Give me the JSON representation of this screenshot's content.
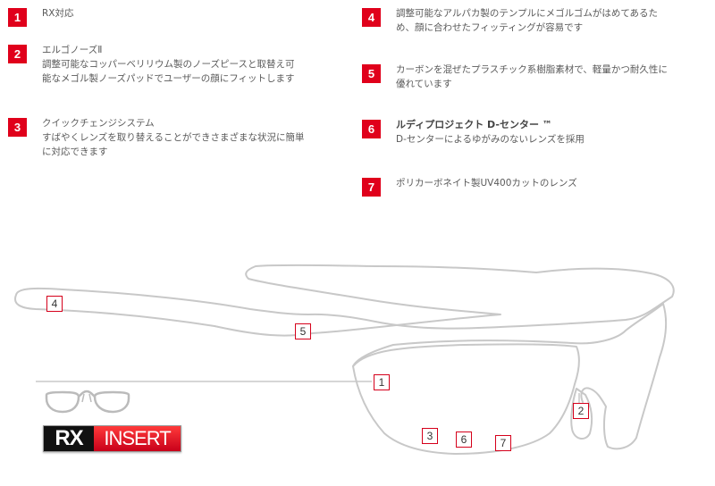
{
  "features": [
    {
      "number": "1",
      "title": "RX対応",
      "lines": []
    },
    {
      "number": "2",
      "title": "エルゴノーズⅡ",
      "lines": [
        "調整可能なコッパーベリリウム製のノーズピースと取替え可",
        "能なメゴル製ノーズパッドでユーザーの顔にフィットします"
      ]
    },
    {
      "number": "3",
      "title": "クイックチェンジシステム",
      "lines": [
        "すばやくレンズを取り替えることができさまざまな状況に簡単",
        "に対応できます"
      ]
    },
    {
      "number": "4",
      "title": "調整可能なアルパカ製のテンプルにメゴルゴムがはめてあるた",
      "lines": [
        "め、顔に合わせたフィッティングが容易です"
      ]
    },
    {
      "number": "5",
      "title": "カーボンを混ぜたプラスチック系樹脂素材で、軽量かつ耐久性に",
      "lines": [
        "優れています"
      ]
    },
    {
      "number": "6",
      "title": "ルディプロジェクト D-センター ™",
      "lines": [
        "D-センターによるゆがみのないレンズを採用"
      ]
    },
    {
      "number": "7",
      "title": "ポリカーボネイト製UV400カットのレンズ",
      "lines": []
    }
  ],
  "callouts": [
    "4",
    "5",
    "1",
    "2",
    "3",
    "6",
    "7"
  ],
  "rx_logo": {
    "left": "RX",
    "right": "INSERT"
  },
  "colors": {
    "accent": "#e0001b",
    "outline": "#c8c8c8"
  }
}
